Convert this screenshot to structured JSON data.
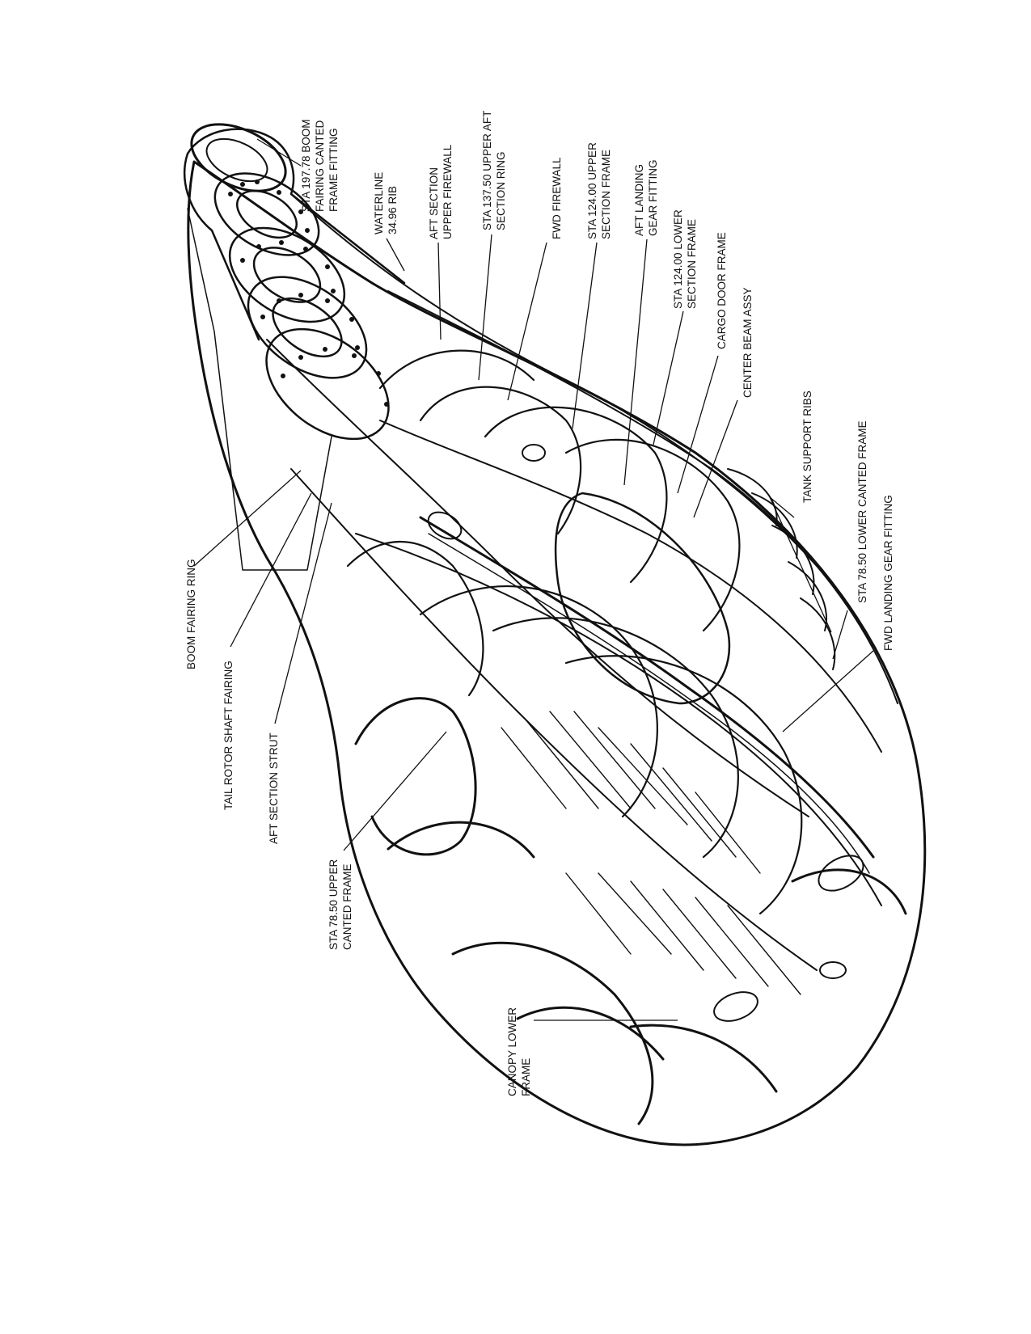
{
  "labels": {
    "sta_197_78_boom_fairing": [
      "STA 197.78 BOOM",
      "FAIRING CANTED",
      "FRAME FITTING"
    ],
    "waterline_rib": [
      "WATERLINE",
      "34.96 RIB"
    ],
    "aft_section_upper_firewall": [
      "AFT SECTION",
      "UPPER FIREWALL"
    ],
    "sta_137_50_upper_aft_ring": [
      "STA 137.50 UPPER AFT",
      "SECTION RING"
    ],
    "fwd_firewall": [
      "FWD FIREWALL"
    ],
    "sta_124_upper_section_frame": [
      "STA 124.00 UPPER",
      "SECTION FRAME"
    ],
    "aft_landing_gear_fitting": [
      "AFT LANDING",
      "GEAR FITTING"
    ],
    "sta_124_lower_section_frame": [
      "STA 124.00 LOWER",
      "SECTION FRAME"
    ],
    "cargo_door_frame": [
      "CARGO DOOR FRAME"
    ],
    "center_beam_assy": [
      "CENTER BEAM ASSY"
    ],
    "tank_support_ribs": [
      "TANK SUPPORT RIBS"
    ],
    "sta_78_50_lower_canted_frame": [
      "STA 78.50 LOWER CANTED FRAME"
    ],
    "fwd_landing_gear_fitting": [
      "FWD LANDING GEAR FITTING"
    ],
    "boom_fairing_ring": [
      "BOOM FAIRING RING"
    ],
    "tail_rotor_shaft_fairing": [
      "TAIL ROTOR SHAFT FAIRING"
    ],
    "aft_section_strut": [
      "AFT SECTION STRUT"
    ],
    "sta_78_50_upper_canted_frame": [
      "STA 78.50 UPPER",
      "CANTED FRAME"
    ],
    "canopy_lower_frame": [
      "CANOPY LOWER",
      "FRAME"
    ]
  },
  "colors": {
    "ink": "#111111",
    "background": "#ffffff"
  }
}
